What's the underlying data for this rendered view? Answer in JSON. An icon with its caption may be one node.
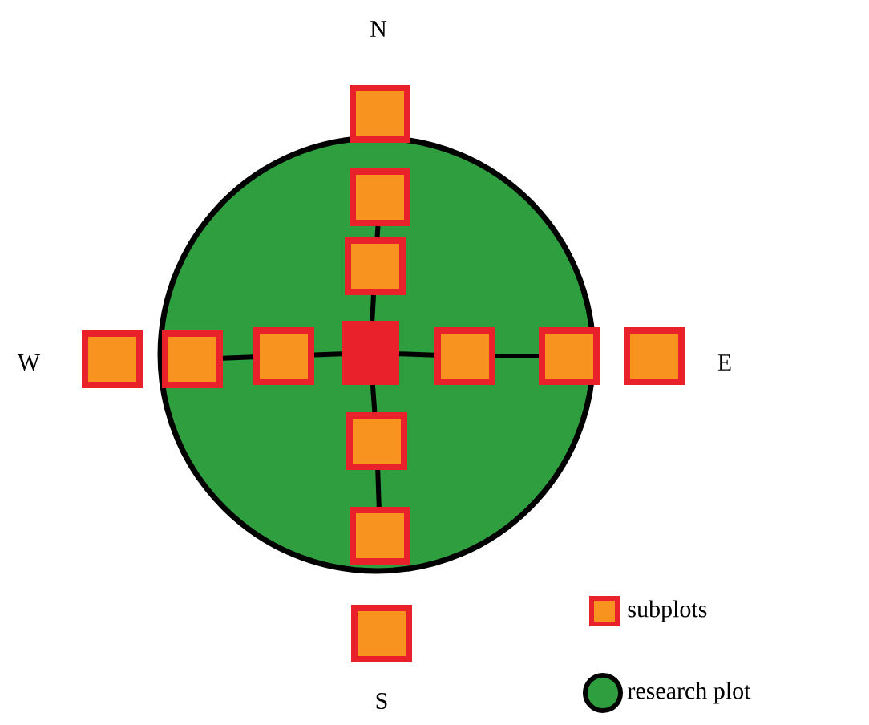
{
  "diagram": {
    "nodes": [
      {
        "text": [],
        "shape": "circle"
      },
      {
        "text": [],
        "shape": "box"
      },
      {
        "text": [],
        "shape": "box",
        "in": 0
      },
      {
        "text": [],
        "shape": "box",
        "in": 0
      },
      {
        "text": [],
        "shape": "box"
      },
      {
        "text": [],
        "shape": "box",
        "in": 0
      },
      {
        "text": [],
        "shape": "box",
        "in": 0
      },
      {
        "text": [],
        "shape": "box",
        "in": 0
      },
      {
        "text": [],
        "shape": "box",
        "in": 0
      },
      {
        "text": [],
        "shape": "box",
        "in": 0
      },
      {
        "text": [],
        "shape": "box"
      },
      {
        "text": [],
        "shape": "box",
        "in": 0
      },
      {
        "text": [],
        "shape": "box",
        "in": 0
      },
      {
        "text": [],
        "shape": "box"
      }
    ],
    "edges": [
      {
        "from": 7,
        "to": 3,
        "arrow": "none"
      },
      {
        "from": 3,
        "to": 2,
        "arrow": "none"
      },
      {
        "from": 7,
        "to": 6,
        "arrow": "none"
      },
      {
        "from": 6,
        "to": 5,
        "arrow": "none"
      },
      {
        "from": 7,
        "to": 8,
        "arrow": "none"
      },
      {
        "from": 8,
        "to": 9,
        "arrow": "none"
      },
      {
        "from": 7,
        "to": 11,
        "arrow": "none"
      },
      {
        "from": 11,
        "to": 12,
        "arrow": "none"
      }
    ],
    "labels": [
      "N",
      "W",
      "E",
      "S"
    ],
    "legend": [
      {
        "text": "subplots",
        "color": "#f7931e"
      },
      {
        "text": "research plot",
        "color": "#2e9e3e"
      }
    ]
  }
}
